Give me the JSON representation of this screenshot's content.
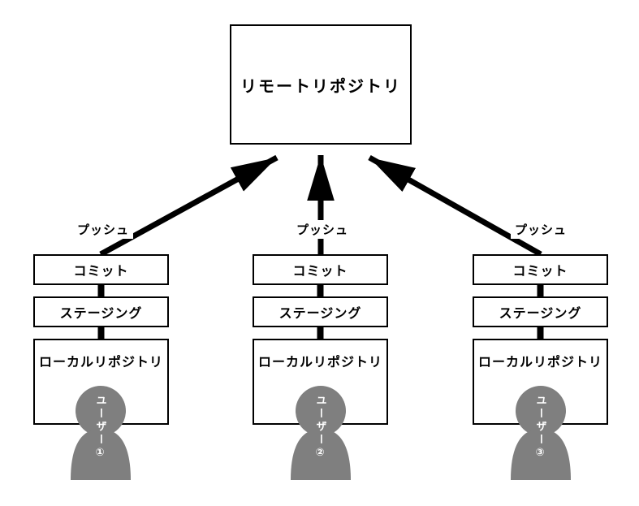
{
  "colors": {
    "background": "#ffffff",
    "line": "#000000",
    "box_border": "#000000",
    "box_background": "#ffffff",
    "user_fill": "#7f7f7f",
    "user_text": "#ffffff"
  },
  "remote": {
    "label": "リモートリポジトリ"
  },
  "columns": [
    {
      "push": "プッシュ",
      "commit": "コミット",
      "staging": "ステージング",
      "local": "ローカルリポジトリ",
      "user": "ユーザー①"
    },
    {
      "push": "プッシュ",
      "commit": "コミット",
      "staging": "ステージング",
      "local": "ローカルリポジトリ",
      "user": "ユーザー②"
    },
    {
      "push": "プッシュ",
      "commit": "コミット",
      "staging": "ステージング",
      "local": "ローカルリポジトリ",
      "user": "ユーザー③"
    }
  ]
}
